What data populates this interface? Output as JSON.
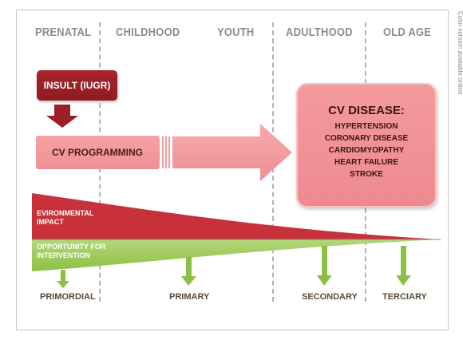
{
  "phases": [
    "PRENATAL",
    "CHILDHOOD",
    "YOUTH",
    "ADULTHOOD",
    "OLD AGE"
  ],
  "insult_label": "INSULT (IUGR)",
  "programming_label": "CV PROGRAMMING",
  "disease": {
    "title": "CV DISEASE:",
    "items": [
      "HYPERTENSION",
      "CORONARY DISEASE",
      "CARDIOMYOPATHY",
      "HEART FAILURE",
      "STROKE"
    ]
  },
  "environmental_label": [
    "EVIRONMENTAL",
    "IMPACT"
  ],
  "intervention_label": [
    "OPPORTUNITY FOR",
    "INTERVENTION"
  ],
  "stages": [
    "PRIMORDIAL",
    "PRIMARY",
    "SECONDARY",
    "TERCIARY"
  ],
  "side_text": "Color version available online",
  "colors": {
    "insult": "#9a2026",
    "programming": "#f29a9d",
    "environmental": "#c8313a",
    "intervention": "#9cc55a",
    "arrow_green": "#8dbf45"
  }
}
